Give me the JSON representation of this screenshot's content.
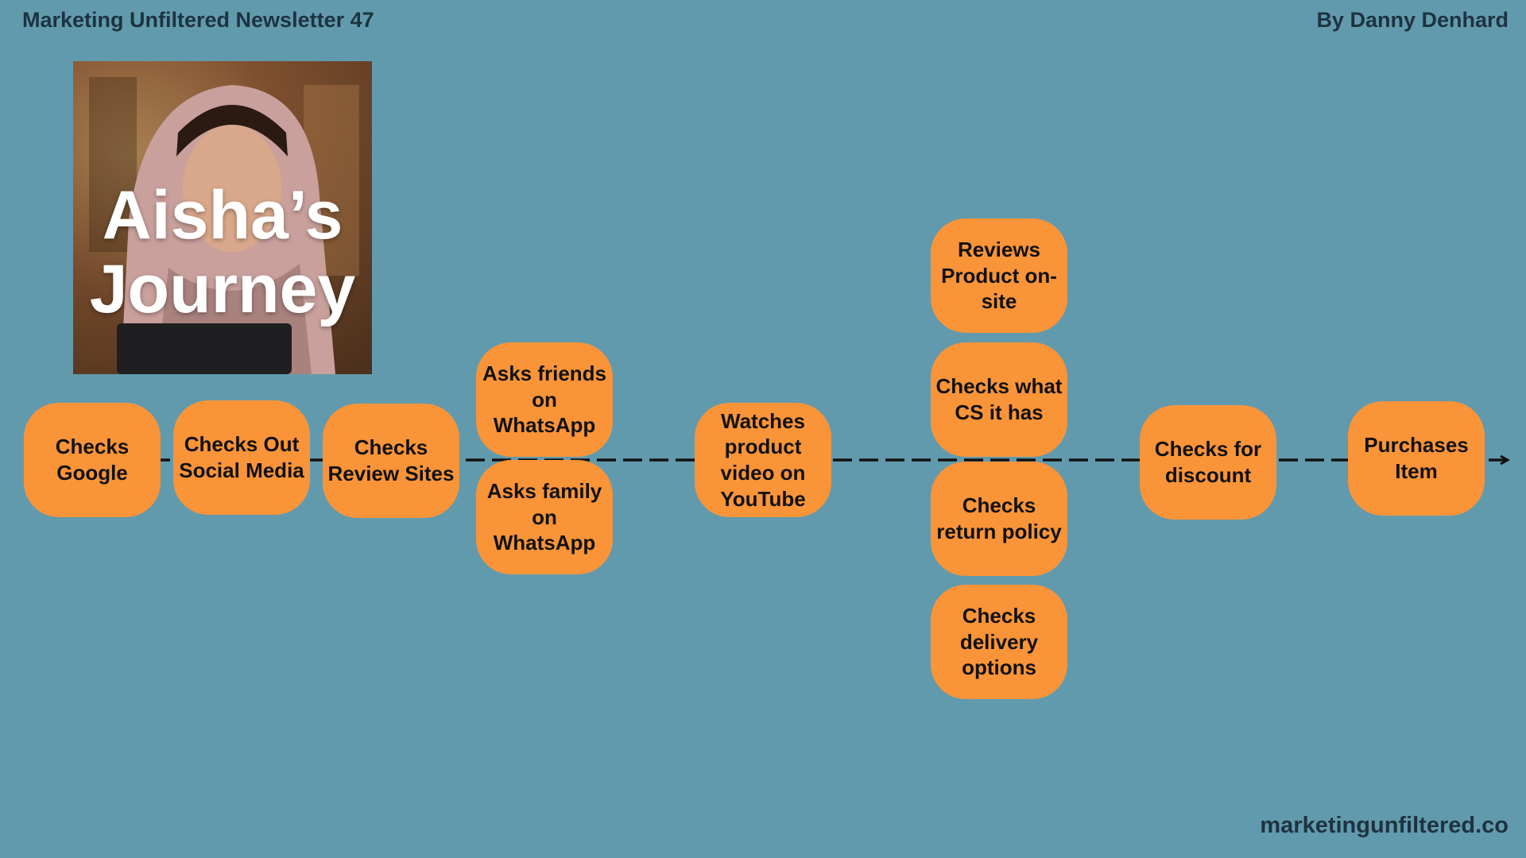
{
  "header": {
    "newsletter": "Marketing Unfiltered Newsletter 47",
    "author": "By Danny Denhard"
  },
  "footer": {
    "site": "marketingunfiltered.co"
  },
  "photo": {
    "title_line1": "Aisha’s",
    "title_line2": "Journey"
  },
  "colors": {
    "background": "#629aad",
    "node": "#fa9438",
    "text_dark": "#1d3340"
  },
  "steps": [
    {
      "id": "checks-google",
      "label": "Checks Google"
    },
    {
      "id": "checks-social-media",
      "label": "Checks Out Social Media"
    },
    {
      "id": "checks-review-sites",
      "label": "Checks Review Sites"
    },
    {
      "id": "asks-friends",
      "label": "Asks friends on WhatsApp"
    },
    {
      "id": "asks-family",
      "label": "Asks family on WhatsApp"
    },
    {
      "id": "watches-video",
      "label": "Watches product video on YouTube"
    },
    {
      "id": "reviews-product",
      "label": "Reviews Product on-site"
    },
    {
      "id": "checks-cs",
      "label": "Checks what CS it has"
    },
    {
      "id": "checks-return",
      "label": "Checks return policy"
    },
    {
      "id": "checks-delivery",
      "label": "Checks delivery options"
    },
    {
      "id": "checks-discount",
      "label": "Checks for discount"
    },
    {
      "id": "purchases-item",
      "label": "Purchases Item"
    }
  ]
}
